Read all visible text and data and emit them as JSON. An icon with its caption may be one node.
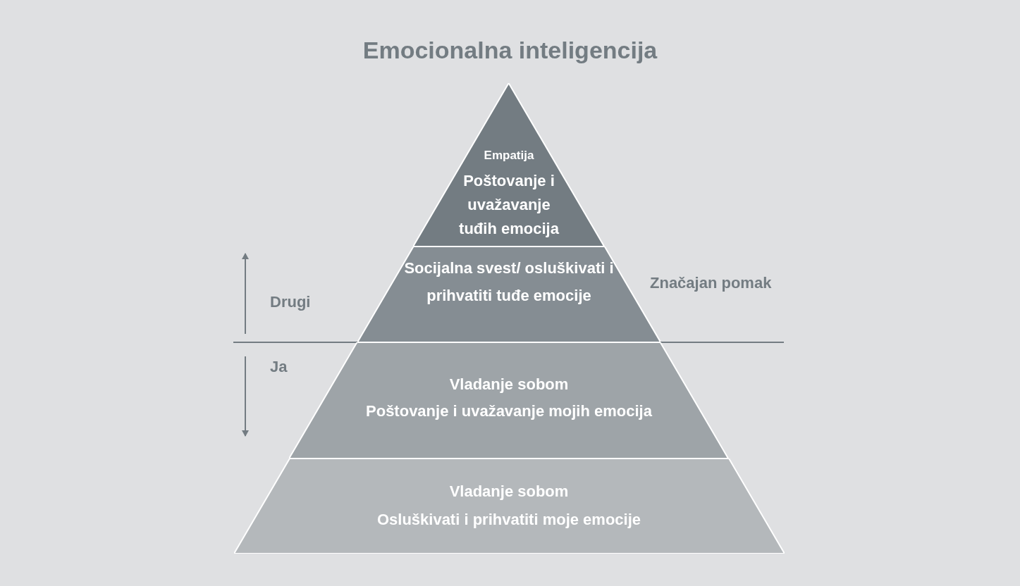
{
  "diagram": {
    "title": "Emocionalna inteligencija",
    "nodes": [
      {
        "text": [
          "Empatija",
          "Poštovanje i uvažavanje tuđih emocija"
        ]
      },
      {
        "text": [
          "Socijalna svest/ osluškivati i prihvatiti tuđe emocije"
        ]
      },
      {
        "text": [
          "Vladanje sobom",
          "Poštovanje i uvažavanje mojih emocija"
        ]
      },
      {
        "text": [
          "Vladanje sobom",
          "Osluškivati i prihvatiti moje emocije"
        ]
      }
    ],
    "labels": [
      "Drugi",
      "Značajan pomak",
      "Ja"
    ]
  }
}
